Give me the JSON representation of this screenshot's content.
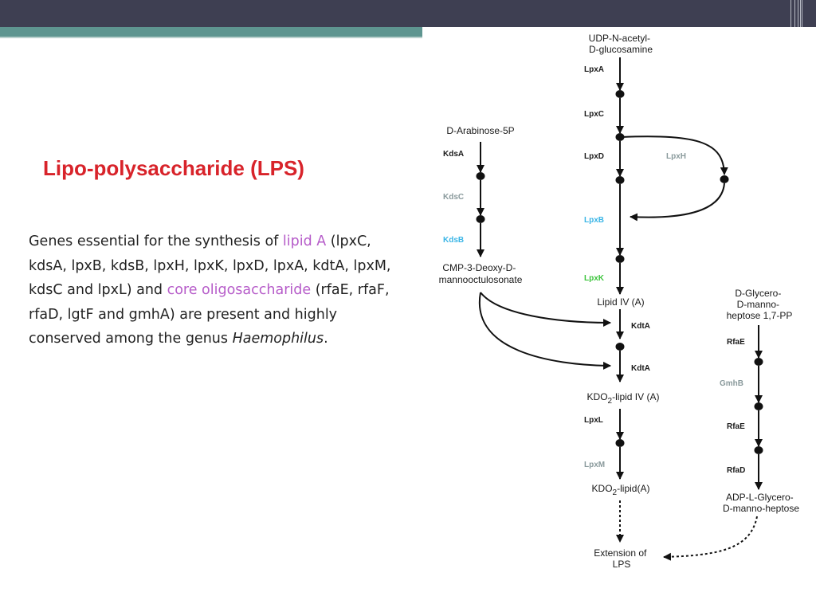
{
  "slide": {
    "title": "Lipo-polysaccharide (LPS)",
    "body": {
      "p1": "Genes essential for the synthesis of ",
      "lipid_a": "lipid A",
      "p2": " (lpxC, kdsA, lpxB, kdsB, lpxH, lpxK, lpxD, lpxA, kdtA, lpxM, kdsC and lpxL) and ",
      "core": "core oligosaccharide",
      "p3": " (rfaE, rfaF, rfaD, lgtF and gmhA) are present and highly conserved among the genus ",
      "genus": "Haemophilus",
      "end": "."
    },
    "colors": {
      "title": "#d8232a",
      "highlight": "#b65cc9",
      "topbar": "#3e3f52",
      "accent": "#5e9590",
      "enzyme_gray": "#8a9a9c",
      "enzyme_blue": "#3ab5e6",
      "enzyme_green": "#3cc43c"
    }
  },
  "diagram": {
    "compounds": {
      "udp_1": "UDP-N-acetyl-",
      "udp_2": "D-glucosamine",
      "arabinose": "D-Arabinose-5P",
      "cmp_1": "CMP-3-Deoxy-D-",
      "cmp_2": "mannooctulosonate",
      "lipid_iv": "Lipid IV (A)",
      "kdo_iv_a": "KDO",
      "kdo_iv_sub": "2",
      "kdo_iv_b": "-lipid IV (A)",
      "kdo_a": "KDO",
      "kdo_sub": "2",
      "kdo_b": "-lipid(A)",
      "glycero_1": "D-Glycero-",
      "glycero_2": "D-manno-",
      "glycero_3": "heptose 1,7-PP",
      "adp_1": "ADP-L-Glycero-",
      "adp_2": "D-manno-heptose",
      "ext_1": "Extension of",
      "ext_2": "LPS"
    },
    "enzymes": {
      "lpxa": "LpxA",
      "lpxc": "LpxC",
      "lpxd": "LpxD",
      "lpxh": "LpxH",
      "lpxb": "LpxB",
      "lpxk": "LpxK",
      "kdta1": "KdtA",
      "kdta2": "KdtA",
      "lpxl": "LpxL",
      "lpxm": "LpxM",
      "kdsa": "KdsA",
      "kdsc": "KdsC",
      "kdsb": "KdsB",
      "rfae1": "RfaE",
      "gmhb": "GmhB",
      "rfae2": "RfaE",
      "rfad": "RfaD"
    }
  }
}
